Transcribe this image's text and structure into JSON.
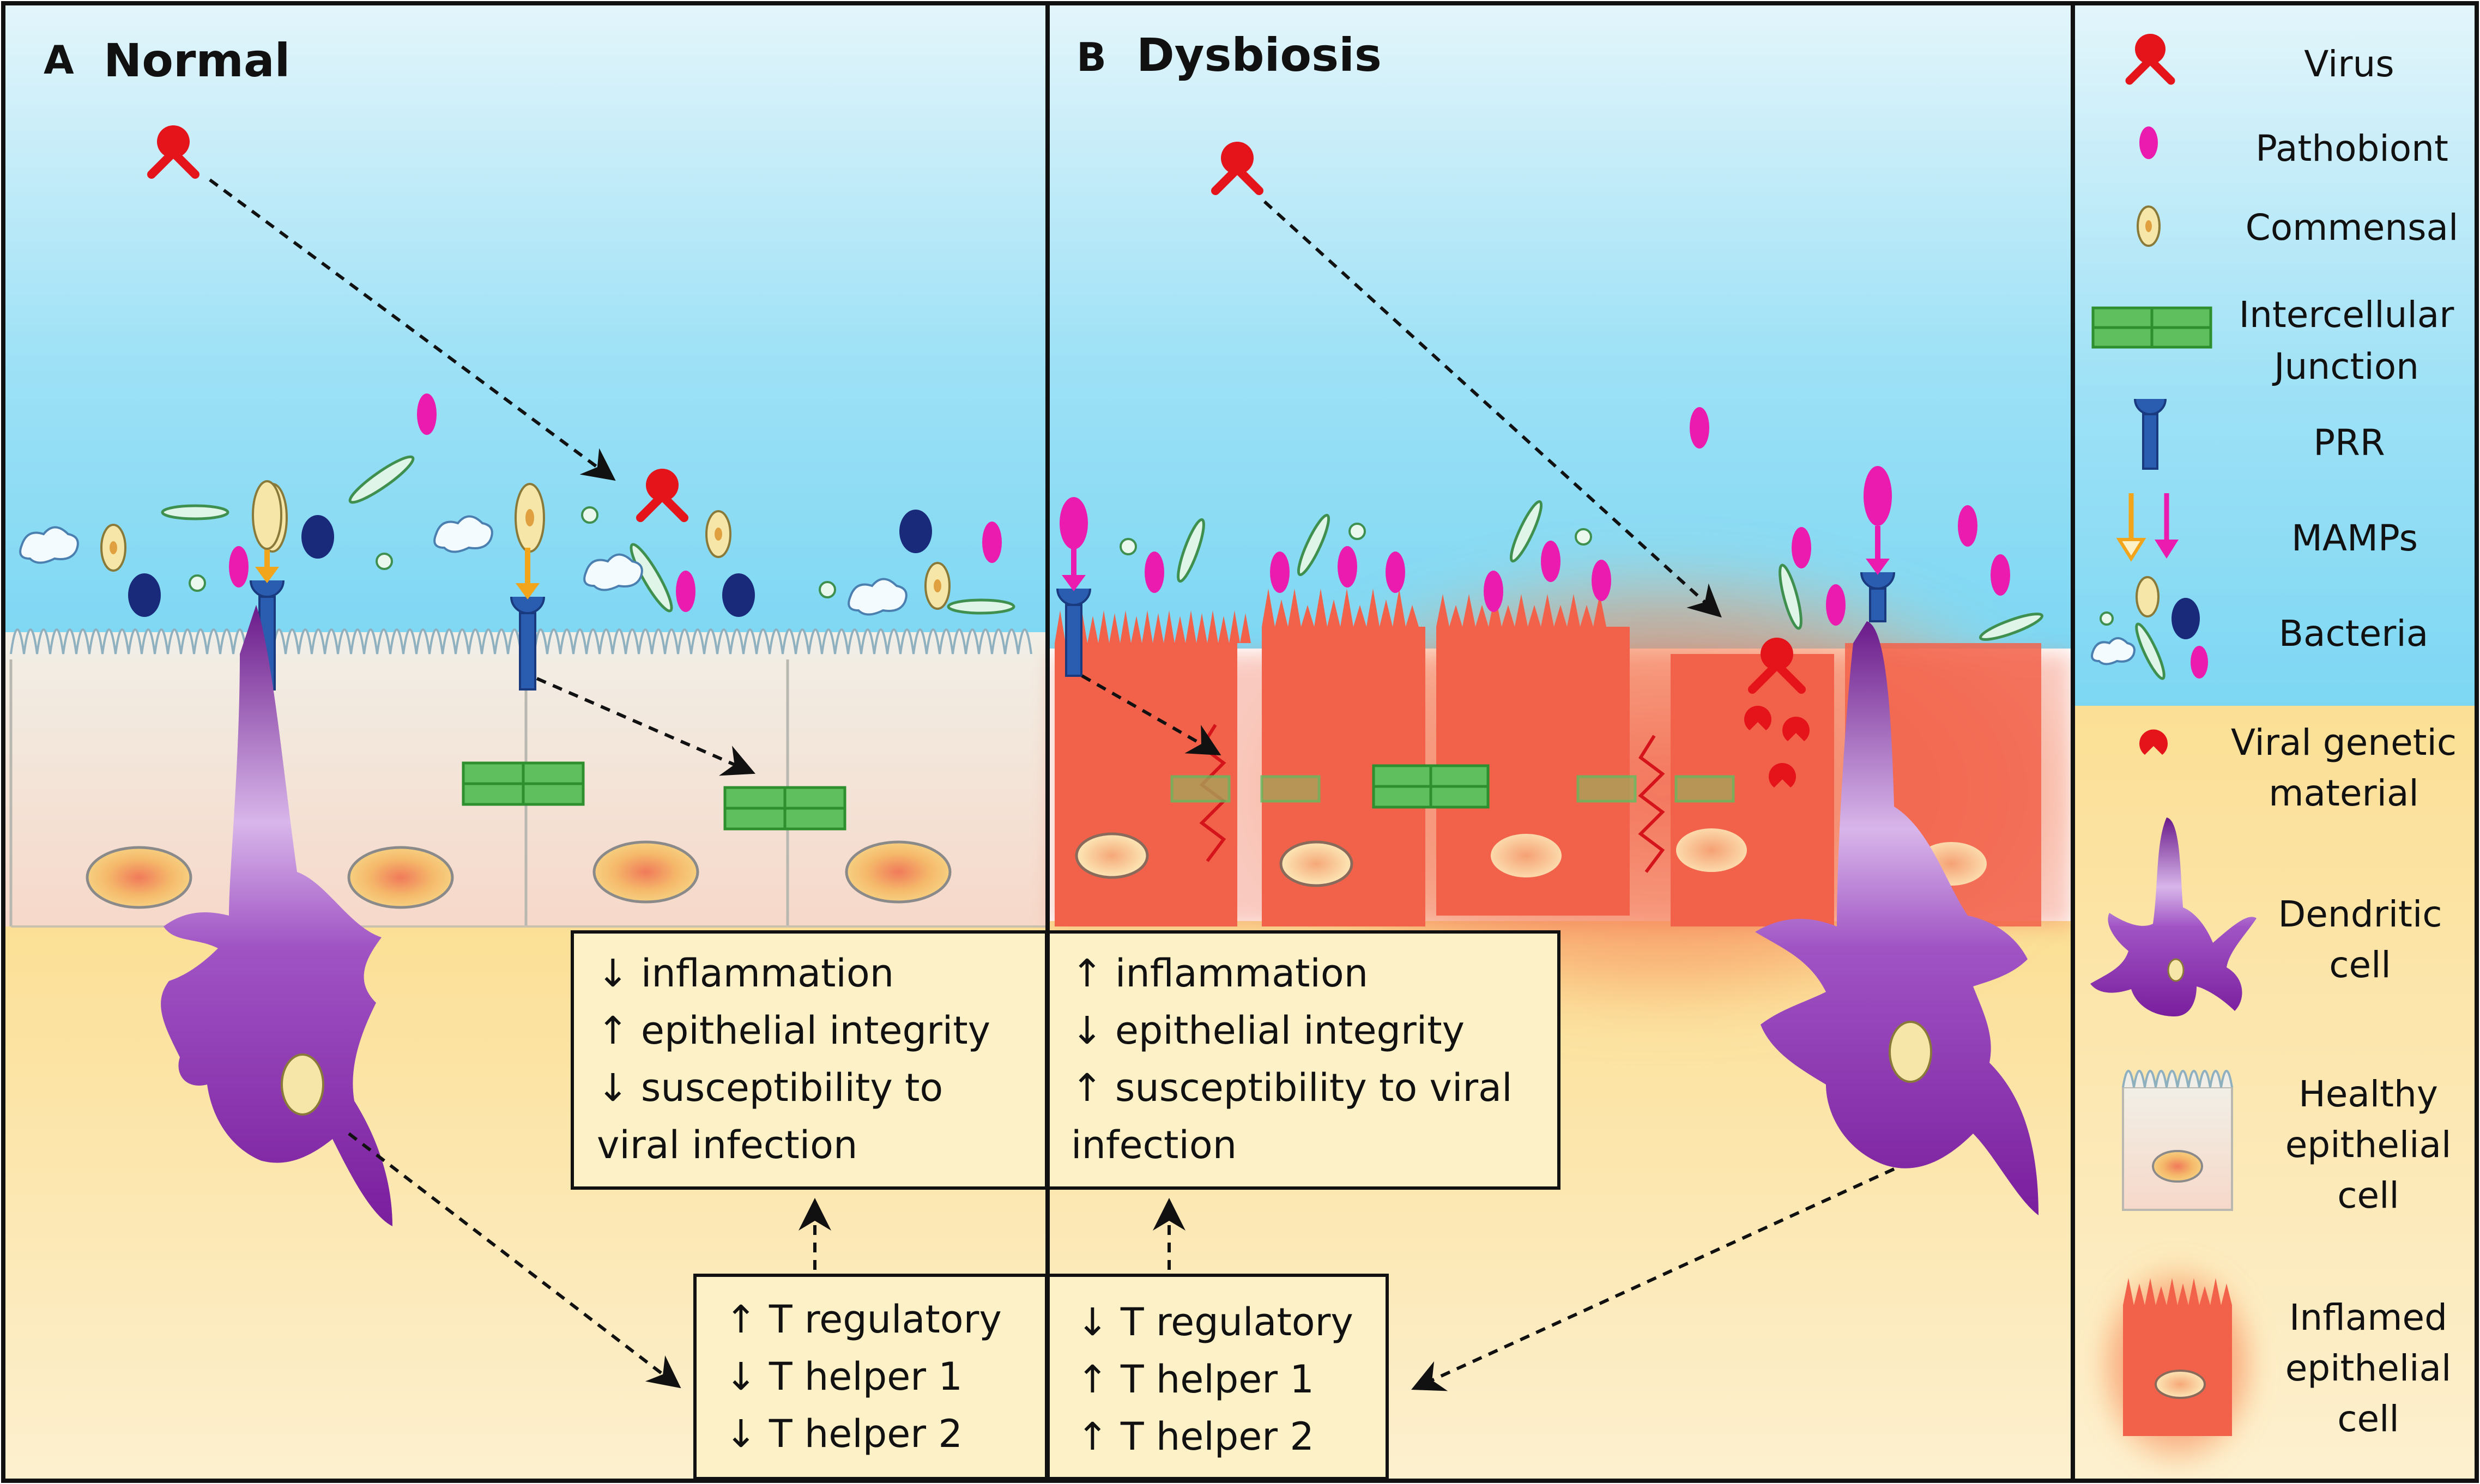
{
  "panel_a": {
    "letter": "A",
    "title": "Normal",
    "outcome_lines": [
      "↓ inflammation",
      "↑ epithelial integrity",
      "↓ susceptibility to",
      "viral infection"
    ],
    "tcell_lines": [
      "↑ T regulatory",
      "↓ T helper 1",
      "↓ T helper 2"
    ]
  },
  "panel_b": {
    "letter": "B",
    "title": "Dysbiosis",
    "outcome_lines": [
      "↑ inflammation",
      "↓ epithelial integrity",
      "↑ susceptibility to viral",
      "infection"
    ],
    "tcell_lines": [
      "↓ T regulatory",
      "↑ T helper 1",
      "↑ T helper 2"
    ]
  },
  "legend": [
    {
      "icon": "virus-icon",
      "lines": [
        "Virus"
      ]
    },
    {
      "icon": "pathobiont-icon",
      "lines": [
        "Pathobiont"
      ]
    },
    {
      "icon": "commensal-icon",
      "lines": [
        "Commensal"
      ]
    },
    {
      "icon": "intercellular-junction-icon",
      "lines": [
        "Intercellular",
        "Junction"
      ]
    },
    {
      "icon": "prr-icon",
      "lines": [
        "PRR"
      ]
    },
    {
      "icon": "mamps-icon",
      "lines": [
        "MAMPs"
      ]
    },
    {
      "icon": "bacteria-icon",
      "lines": [
        "Bacteria"
      ]
    },
    {
      "icon": "viral-genetic-material-icon",
      "lines": [
        "Viral genetic",
        "material"
      ]
    },
    {
      "icon": "dendritic-cell-icon",
      "lines": [
        "Dendritic",
        "cell"
      ]
    },
    {
      "icon": "healthy-epithelial-cell-icon",
      "lines": [
        "Healthy",
        "epithelial",
        "cell"
      ]
    },
    {
      "icon": "inflamed-epithelial-cell-icon",
      "lines": [
        "Inflamed",
        "epithelial",
        "cell"
      ]
    }
  ],
  "colors": {
    "lumen_top": "#dff3fb",
    "lumen_bottom": "#7fd6f2",
    "lamina": "#fbe7b0",
    "healthy_cell": "#f3dfd2",
    "inflamed_cell": "#f26b50",
    "dendritic": "#8a2ca8",
    "virus": "#e5141b",
    "pathobiont": "#ec1bb0",
    "commensal": "#f6e7a8",
    "junction": "#5fbf5f",
    "prr": "#2a5db0",
    "bacteria_dark": "#1a2a7a"
  }
}
